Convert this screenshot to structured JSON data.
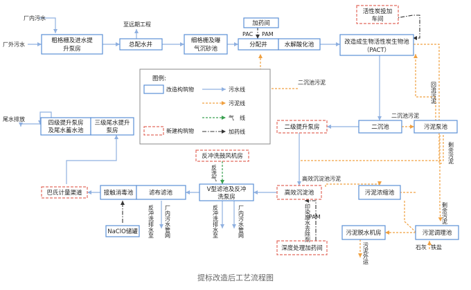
{
  "caption": "提标改造后工艺流程图",
  "legend": {
    "title": "图例:",
    "modified_building": "改造构筑物",
    "new_building": "新建构筑物",
    "sewage_line": "污水线",
    "sludge_line": "污泥线",
    "air_line": "气　线",
    "dosing_line": "加药线"
  },
  "nodes": {
    "coarse_screen": "粗格栅及进水提升泵房",
    "collect_well": "总配水井",
    "fine_screen": "细格栅及曝气沉砂池",
    "dosing_room": "加药间",
    "dist_well": "分配井",
    "hydrolysis": "水解酸化池",
    "pact": "改造成生物活性炭生物池（PACT）",
    "carbon_room": "活性炭投加车间",
    "secondary_clar": "二沉池",
    "sludge_pump": "污泥泵池",
    "lift_pump2": "二级提升泵房",
    "lift_pump4": "四级提升泵房及尾水蓄水池",
    "tail_lift3": "三级尾水提升泵房",
    "backwash_blower": "反冲洗鼓风机房",
    "vfilter": "V型滤池及反冲洗泵房",
    "hd_clar": "高效沉淀池",
    "sludge_thick": "污泥浓缩池",
    "sludge_cond": "污泥调理池",
    "dewater": "污泥脱水机房",
    "deep_dosing": "深度处理加药间",
    "disinfect": "接触消毒池",
    "cloth_filter": "滤布滤池",
    "parshall": "巴氏计量渠道",
    "naclo": "NaClO储罐"
  },
  "labels": {
    "inner_sewage": "厂内污水",
    "outer_sewage": "厂外污水",
    "to_far": "至远期工程",
    "pac": "PAC",
    "pam": "PAM",
    "pam2": "PAM",
    "return_sludge": "回流污泥",
    "sec_sludge1": "二沉池污泥",
    "sec_sludge2": "二沉池污泥",
    "excess1": "剩余污泥",
    "excess2": "剩余污泥",
    "hd_sludge": "高效沉淀池污泥",
    "tail_discharge": "尾水排放",
    "backwash_air": "反洗气",
    "backwash_drain1": "反冲洗排水至",
    "backwash_drain2": "厂内污水管网",
    "backwash_drain3": "反冲洗排水至",
    "backwash_drain4": "厂内污水管网",
    "print_waste": "印染废水去除剂",
    "sludge_out": "污泥外运",
    "fecl": "铁盐",
    "lime": "石灰"
  },
  "colors": {
    "box_blue": "#5b8fd6",
    "box_red": "#e26a5e",
    "sewage": "#8fb0e0",
    "sludge": "#f0a040",
    "air": "#3aa050",
    "dosing": "#333333"
  }
}
